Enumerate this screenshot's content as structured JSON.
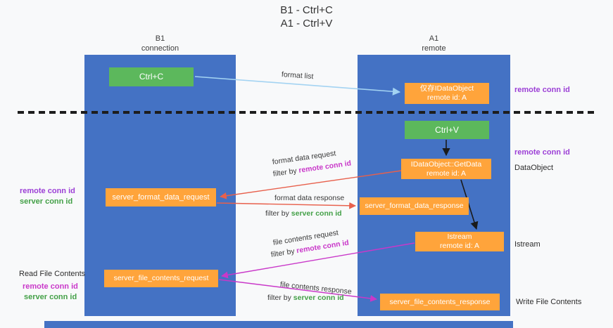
{
  "title": {
    "line1": "B1 - Ctrl+C",
    "line2": "A1 - Ctrl+V"
  },
  "lanes": {
    "left": {
      "title": "B1",
      "subtitle": "connection"
    },
    "right": {
      "title": "A1",
      "subtitle": "remote"
    }
  },
  "nodes": {
    "ctrl_c": {
      "label": "Ctrl+C"
    },
    "ctrl_v": {
      "label": "Ctrl+V"
    },
    "idataobject_store": {
      "line1": "仅存IDataObject",
      "line2": "remote id: A"
    },
    "idataobject_getdata": {
      "line1": "IDataObject::GetData",
      "line2": "remote id: A"
    },
    "istream": {
      "line1": "Istream",
      "line2": "remote id: A"
    },
    "server_format_data_request": {
      "label": "server_format_data_request"
    },
    "server_format_data_response": {
      "label": "server_format_data_response"
    },
    "server_file_contents_request": {
      "label": "server_file_contents_request"
    },
    "server_file_contents_response": {
      "label": "server_file_contents_response"
    }
  },
  "edge_labels": {
    "format_list": "format list",
    "format_data_request": "format data request",
    "format_data_response": "format data response",
    "file_contents_request": "file contents request",
    "file_contents_response": "file contents response",
    "filter_by": "filter by ",
    "remote_conn_id": "remote conn id",
    "server_conn_id": "server conn id"
  },
  "annotations": {
    "remote_conn_id_top_right": "remote conn id",
    "remote_conn_id_mid_right": "remote conn id",
    "dataobject": "DataObject",
    "istream": "Istream",
    "write_file_contents": "Write File Contents",
    "read_file_contents": "Read File Contents",
    "remote_conn_id_left_1": "remote conn id",
    "server_conn_id_left_1": "server conn id",
    "remote_conn_id_left_2": "remote conn id",
    "server_conn_id_left_2": "server conn id"
  },
  "colors": {
    "lane_blue": "#4472C4",
    "node_green": "#5CB85C",
    "node_orange": "#FFA43B",
    "purple_text": "#9C3FD6",
    "magenta_text": "#C938C9",
    "green_text": "#43A047",
    "arrow_red": "#E8604C",
    "arrow_blue": "#A3D3F2",
    "arrow_magenta": "#C938C9",
    "arrow_black": "#1A1A1A"
  }
}
